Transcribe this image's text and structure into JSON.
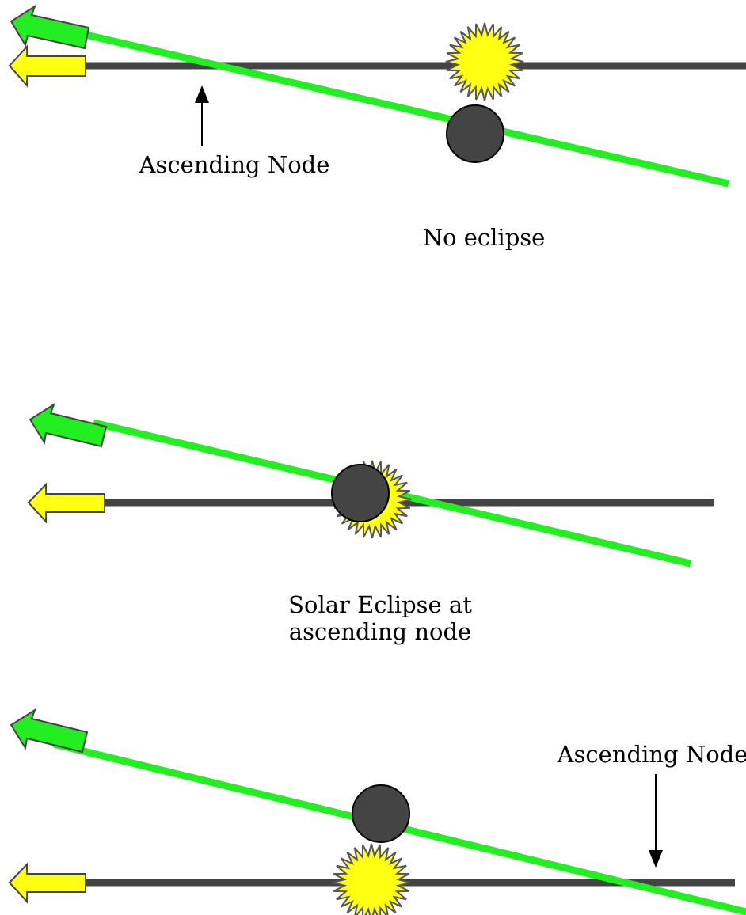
{
  "colors": {
    "ecliptic": "#444444",
    "moon_orbit": "#22ee22",
    "sun_fill": "#ffff11",
    "sun_stroke": "#555555",
    "moon_fill": "#444444",
    "moon_stroke": "#000000",
    "ecliptic_arrow": "#ffff11",
    "orbit_arrow": "#22ee22",
    "text": "#000000"
  },
  "icons": {
    "sun": "spiky-sun-icon",
    "moon": "moon-disk-icon",
    "direction": "left-arrow-icon"
  },
  "panels": [
    {
      "id": "no-eclipse",
      "node_label": "Ascending Node",
      "caption_lines": [
        "No eclipse"
      ]
    },
    {
      "id": "eclipse",
      "node_label": "",
      "caption_lines": [
        "Solar Eclipse at",
        "ascending node"
      ]
    },
    {
      "id": "no-eclipse-2",
      "node_label": "Ascending Node",
      "caption_lines": []
    }
  ]
}
